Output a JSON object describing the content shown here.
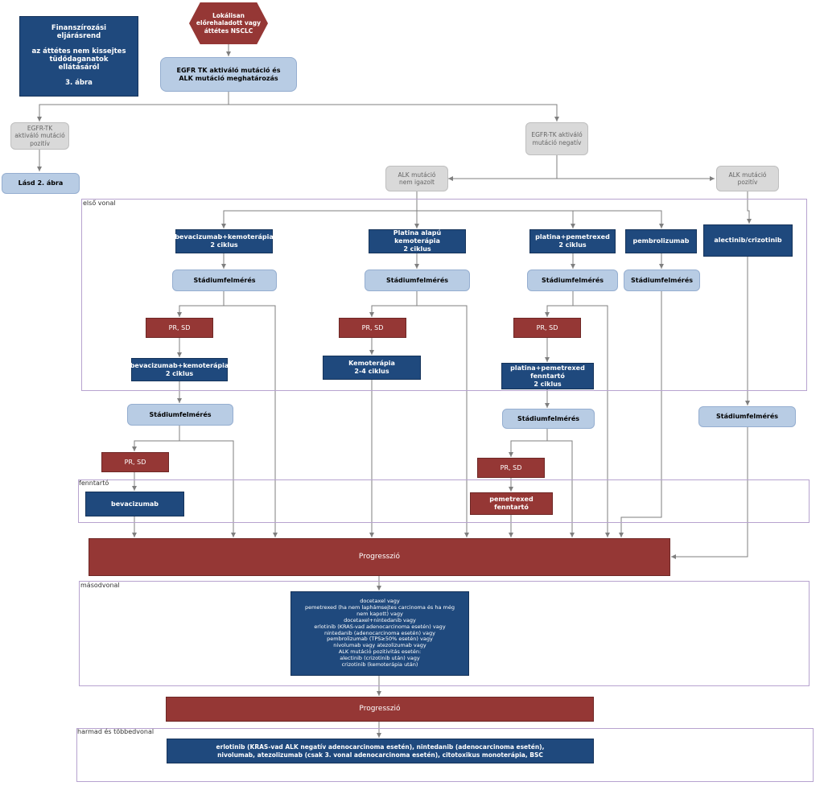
{
  "title_box": "Finanszírozási\neljárásrend\n\naz áttétes nem kissejtes\ntüdődaganatok\nellátásáról\n\n3. ábra",
  "start": "Lokálisan\nelőrehaladott vagy\náttétes NSCLC",
  "test_box": "EGFR TK aktiváló mutáció és\nALK mutáció meghatározás",
  "egfr_pos": "EGFR-TK\naktiváló mutáció\npozitív",
  "egfr_neg": "EGFR-TK aktiváló\nmutáció negatív",
  "see_fig2": "Lásd 2. ábra",
  "alk_neg": "ALK mutáció\nnem igazolt",
  "alk_pos": "ALK mutáció\npozitív",
  "regions": {
    "first_line": "első vonal",
    "maintenance": "fenntartó",
    "second_line": "másodvonal",
    "third_line": "harmad és többedvonal"
  },
  "col1": {
    "therapy": "bevacizumab+kemoterápia\n2 ciklus",
    "staging": "Stádiumfelmérés",
    "prsd": "PR, SD",
    "therapy2": "bevacizumab+kemoterápia\n2 ciklus",
    "staging2": "Stádiumfelmérés",
    "prsd2": "PR, SD",
    "maint": "bevacizumab"
  },
  "col2": {
    "therapy": "Platina alapú kemoterápia\n2 ciklus",
    "staging": "Stádiumfelmérés",
    "prsd": "PR, SD",
    "therapy2": "Kemoterápia\n2-4 ciklus"
  },
  "col3": {
    "therapy": "platina+pemetrexed\n2 ciklus",
    "staging": "Stádiumfelmérés",
    "prsd": "PR, SD",
    "therapy2": "platina+pemetrexed\nfenntartó\n2 ciklus",
    "staging2": "Stádiumfelmérés",
    "prsd2": "PR, SD",
    "maint": "pemetrexed fenntartó"
  },
  "col4": {
    "therapy": "pembrolizumab",
    "staging": "Stádiumfelmérés"
  },
  "col5": {
    "therapy": "alectinib/crizotinib",
    "staging": "Stádiumfelmérés"
  },
  "progression1": "Progresszió",
  "second_line_text": "docetaxel vagy\npemetrexed (ha nem laphámsejtes carcinoma és ha még\nnem kapott) vagy\ndocetaxel+nintedanib vagy\nerlotinib (KRAS-vad adenocarcinoma esetén) vagy\nnintedanib (adenocarcinoma esetén) vagy\npembrolizumab (TPS≥50% esetén) vagy\nnivolumab vagy atezolizumab vagy\nALK mutáció pozitivitás esetén:\nalectinib (crizotinib után) vagy\ncrizotinib (kemoterápia után)",
  "progression2": "Progresszió",
  "third_line_text": "erlotinib (KRAS-vad ALK negatív adenocarcinoma esetén), nintedanib (adenocarcinoma esetén),\nnivolumab, atezolizumab (csak 3. vonal adenocarcinoma esetén), citotoxikus monoterápia, BSC",
  "colors": {
    "navy": "#1f497d",
    "light_blue": "#b8cce4",
    "dark_red": "#953735",
    "grey": "#d9d9d9",
    "region_border": "#b7a3cf"
  }
}
